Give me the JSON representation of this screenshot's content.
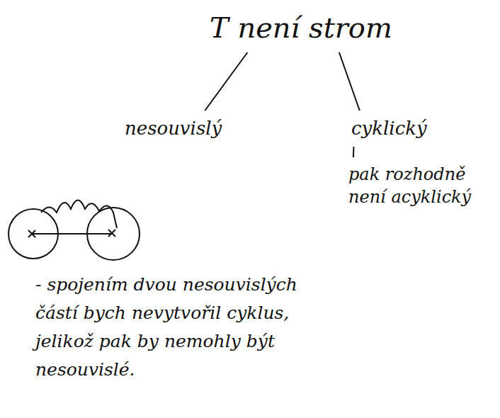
{
  "diagram": {
    "nodes": [
      {
        "text": [
          "T není strom"
        ]
      },
      {
        "text": [
          "nesouvislý"
        ]
      },
      {
        "text": [
          "cyklický"
        ]
      },
      {
        "text": [
          "pak rozhodně není acyklický"
        ]
      }
    ],
    "edges": [
      {
        "from": 0,
        "to": 1,
        "arrow": "none"
      },
      {
        "from": 0,
        "to": 2,
        "arrow": "none"
      },
      {
        "from": 2,
        "to": 3,
        "arrow": "none"
      }
    ],
    "labels": [
      "- spojením dvou nesouvislých částí bych nevytvořil cyklus, jelikož pak by nemohly být nesouvislé."
    ]
  }
}
